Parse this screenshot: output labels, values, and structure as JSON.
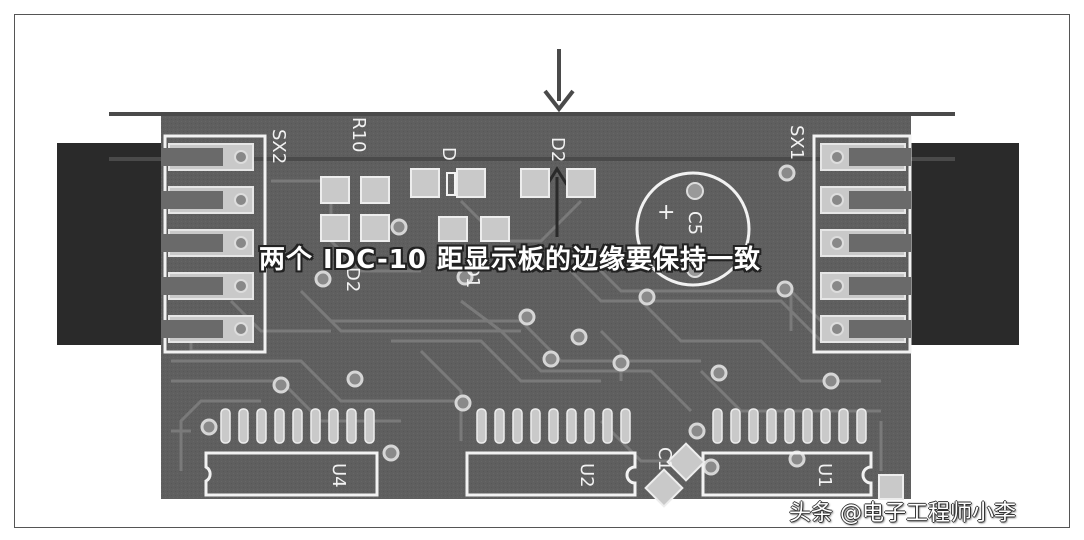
{
  "labels": {
    "sx2": "SX2",
    "sx1": "SX1",
    "r10": "R10",
    "d_left": "D",
    "d_right": "D2",
    "c5": "C5",
    "d2": "D2",
    "d1": "D1",
    "u4": "U4",
    "u2": "U2",
    "u1": "U1",
    "c1": "C1",
    "plus": "+"
  },
  "caption": "两个 IDC-10 距显示板的边缘要保持一致",
  "watermark": "头条 @电子工程师小李",
  "colors": {
    "board": "#5f5f5f",
    "trace": "#797979",
    "pad": "#c9c9c9",
    "silk": "#f2f2f2",
    "connector": "#2a2a2a",
    "guide_line": "#4a4a4a"
  }
}
